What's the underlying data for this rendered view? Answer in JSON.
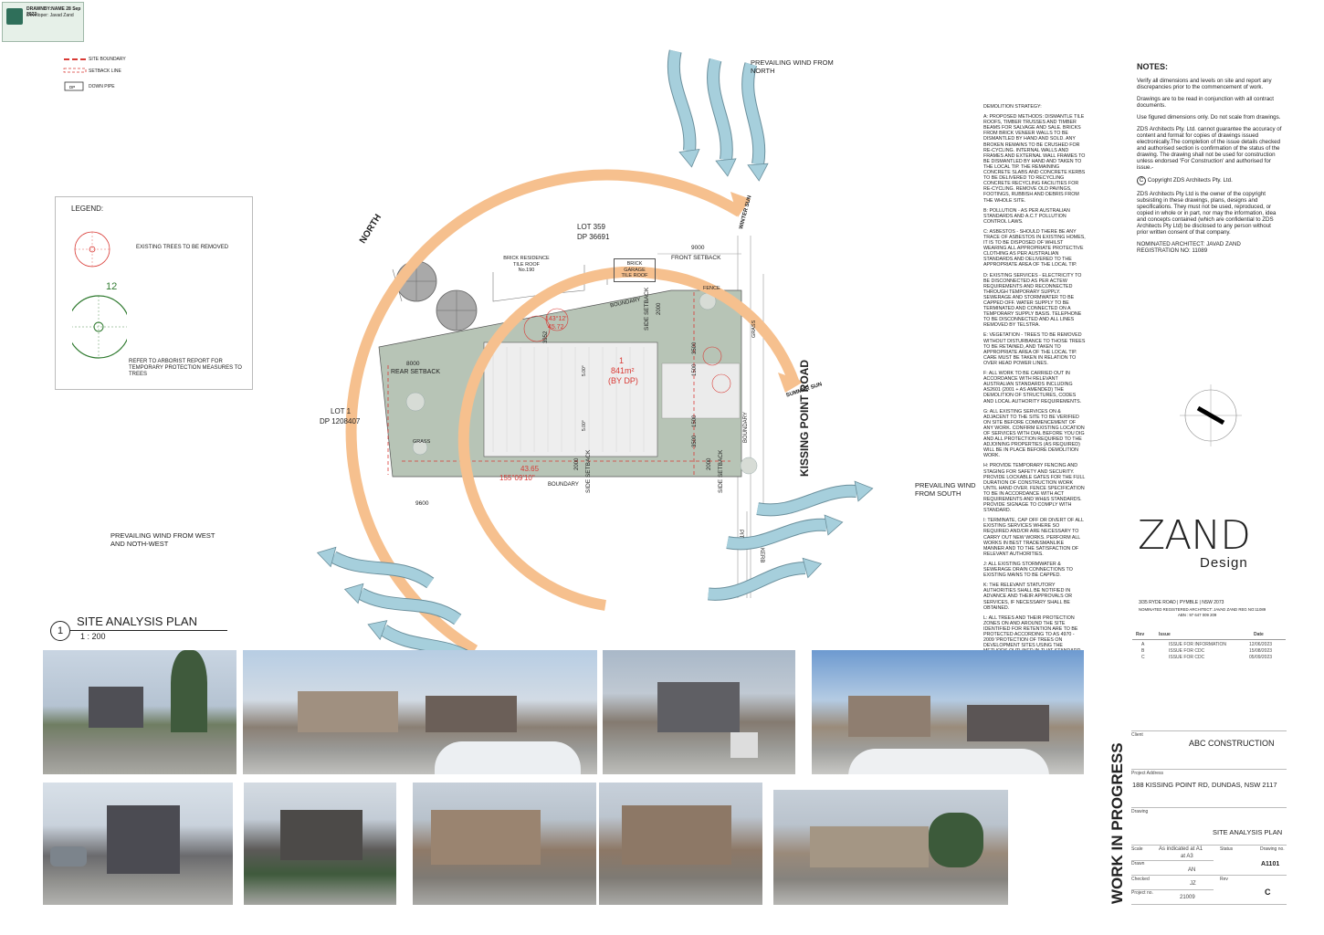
{
  "stamp": {
    "title": "DRAWNBY:NAME  28 Sep 2023",
    "lines": [
      "Developer: Javad Zand"
    ]
  },
  "key": [
    {
      "label": "SITE BOUNDARY"
    },
    {
      "label": "SETBACK LINE"
    },
    {
      "label": "DOWN PIPE",
      "tag": "DP"
    }
  ],
  "legend": {
    "title": "LEGEND:",
    "remove_label": "EXISTING TREES TO BE REMOVED",
    "protect_number": "12",
    "refer_label": "REFER TO ARBORIST REPORT FOR TEMPORARY PROTECTION MEASURES TO TREES"
  },
  "plan": {
    "north": "NORTH",
    "lot359": "LOT 359",
    "dp359": "DP 36691",
    "lot1": "LOT 1",
    "dp1": "DP 1208407",
    "brick_res_1": "BRICK RESIDENCE",
    "brick_res_2": "TILE ROOF",
    "brick_res_3": "No.190",
    "garage_1": "BRICK",
    "garage_2": "GARAGE",
    "garage_3": "TILE ROOF",
    "front_setback": "FRONT SETBACK",
    "rear_setback": "REAR SETBACK",
    "side_setback": "SIDE SETBACK",
    "boundary": "BOUNDARY",
    "fence": "FENCE",
    "grass": "GRASS",
    "road": "KISSING POINT ROAD",
    "winter_sun": "WINTER SUN",
    "summer_sun": "SUMMER SUN",
    "lot_no": "1",
    "area": "841m²",
    "by_dp": "(BY DP)",
    "d9000": "9000",
    "d8000": "8000",
    "d9600": "9600",
    "d2000": "2000",
    "d3500": "3500",
    "d1500": "1500",
    "d3952": "3952",
    "d500": "5.00°",
    "bearing_top_1": "143°12'",
    "bearing_top_2": "45.72",
    "bearing_bottom_1": "43.65",
    "bearing_bottom_2": "155°09'10\"",
    "pit": "PIT",
    "kerb": "KERB"
  },
  "winds": {
    "north_1": "PREVAILING WIND FROM",
    "north_2": "NORTH",
    "south_1": "PREVAILING WIND",
    "south_2": "FROM SOUTH",
    "west_1": "PREVAILING WIND FROM WEST",
    "west_2": "AND NOTH-WEST"
  },
  "drawing_title": {
    "number": "1",
    "title": "SITE ANALYSIS PLAN",
    "scale": "1 : 200"
  },
  "demolition": {
    "heading": "DEMOLITION STRATEGY:",
    "items": [
      "A: PROPOSED METHODS: DISMANTLE TILE ROOFS, TIMBER TRUSSES AND TIMBER BEAMS FOR SALVAGE AND SALE. BRICKS FROM BRICK VENEER WALLS TO BE DISMANTLED BY HAND AND SOLD. ANY BROKEN REMAINS TO BE CRUSHED FOR RE-CYCLING. INTERNAL WALLS AND FRAMES AND EXTERNAL WALL FRAMES TO BE DISMANTLED BY HAND AND TAKEN TO THE LOCAL TIP. THE REMAINING CONCRETE SLABS AND CONCRETE KERBS TO BE DELIVERED TO RECYCLING CONCRETE RECYCLING FACILITIES FOR RE-CYCLING. REMOVE OLD PAVINGS, FOOTINGS, RUBBISH AND DEBRIS FROM THE WHOLE SITE.",
      "B: POLLUTION - AS PER AUSTRALIAN STANDARDS AND A.C.T POLLUTION CONTROL LAWS.",
      "C: ASBESTOS - SHOULD THERE BE ANY TRACE OF ASBESTOS IN EXISTING HOMES, IT IS TO BE DISPOSED OF WHILST WEARING ALL APPROPRIATE PROTECTIVE CLOTHING AS PER AUSTRALIAN STANDARDS AND DELIVERED TO THE APPROPRIATE AREA OF THE LOCAL TIP.",
      "D: EXISTING SERVICES - ELECTRICITY TO BE DISCONNECTED AS PER ACTEW REQUIREMENTS AND RECONNECTED THROUGH TEMPORARY SUPPLY. SEWERAGE AND STORMWATER TO BE CAPPED OFF. WATER SUPPLY TO BE TERMINATED AND CONNECTED ON A TEMPORARY SUPPLY BASIS. TELEPHONE TO BE DISCONNECTED AND ALL LINES REMOVED BY TELSTRA.",
      "E: VEGETATION - TREES TO BE REMOVED WITHOUT DISTURBANCE TO THOSE TREES TO BE RETAINED, AND TAKEN TO APPROPRIATE AREA OF THE LOCAL TIP. CARE MUST BE TAKEN IN RELATION TO OVER HEAD POWER LINES.",
      "F: ALL WORK TO BE CARRIED OUT IN ACCORDANCE WITH RELEVANT AUSTRALIAN STANDARDS INCLUDING AS2601 (2001 + AS AMENDED) THE DEMOLITION OF STRUCTURES, CODES AND LOCAL AUTHORITY REQUIREMENTS.",
      "G: ALL EXISTING SERVICES ON & ADJACENT TO THE SITE TO BE VERIFIED ON SITE BEFORE COMMENCEMENT OF ANY WORK. CONFIRM EXISTING LOCATION OF SERVICES WITH DIAL BEFORE YOU DIG AND ALL PROTECTION REQUIRED TO THE ADJOINING PROPERTIES (AS REQUIRED) WILL BE IN PLACE BEFORE DEMOLITION WORK.",
      "H: PROVIDE TEMPORARY FENCING AND STAGING FOR SAFETY AND SECURITY. PROVIDE LOCKABLE GATES FOR THE FULL DURATION OF CONSTRUCTION WORK UNTIL HAND OVER. FENCE SPECIFICATION TO BE IN ACCORDANCE WITH ACT REQUIREMENTS AND WH&S STANDARDS. PROVIDE SIGNAGE TO COMPLY WITH STANDARD.",
      "I: TERMINATE, CAP OFF OR DIVERT OF ALL EXISTING SERVICES WHERE SO REQUIRED AND/OR ARE NECESSARY TO CARRY OUT NEW WORKS. PERFORM ALL WORKS IN BEST TRADESMANLIKE MANNER AND TO THE SATISFACTION OF RELEVANT AUTHORITIES.",
      "J: ALL EXISTING STORMWATER & SEWERAGE DRAIN CONNECTIONS TO EXISTING MAINS TO BE CAPPED.",
      "K: THE RELEVANT STATUTORY AUTHORITIES SHALL BE NOTIFIED IN ADVANCE AND THEIR APPROVALS OR SERVICES, IF NECESSARY SHALL BE OBTAINED.",
      "L: ALL TREES AND THEIR PROTECTION ZONES ON AND AROUND THE SITE IDENTIFIED FOR RETENTION ARE TO BE PROTECTED ACCORDING TO AS 4970 - 2009 'PROTECTION OF TREES ON DEVELOPMENT SITES USING THE METHODS OUTLINED IN THAT STANDARD."
    ]
  },
  "notes": {
    "heading": "NOTES:",
    "paras": [
      "Verify all dimensions and levels on site and report any discrepancies prior to the commencement of work.",
      "Drawings are to be read in conjunction with all contract documents.",
      "Use figured dimensions only. Do not scale from drawings.",
      "ZDS Architects Pty. Ltd. cannot guarantee the accuracy of content and format for copies of drawings issued electronically.The completion of the issue details checked and authorised section is confirmation of the status of the drawing. The drawing shall not be used for construction unless endorsed 'For Construction' and authorised for issue.-"
    ],
    "copyright": "Copyright ZDS Architects Pty. Ltd.",
    "ip": "ZDS Architects Pty Ltd is the owner of the copyright subsisting in these drawings, plans, designs and specifications. They must not be used, reproduced, or copied in whole or in part, nor may the information, idea and concepts contained (which are confidential to ZDS Architects Pty Ltd) be disclosed to any person without prior written consent of that company.",
    "architect": "NOMINATED ARCHITECT: JAVAD ZAND",
    "registration": "REGISTRATION NO: 11089"
  },
  "brand": {
    "logo_main": "ZAND",
    "logo_sub": "Design",
    "address": "3/35 RYDE ROAD  |  PYMBLE  |  NSW 2073",
    "reg_line": "NOMINATED REGISTERED ARCHITECT: JAVAD ZAND  REG NO:11089",
    "abn": "ABN : 97 647 009 209"
  },
  "revisions": {
    "headers": {
      "rev": "Rev",
      "issue": "Issue",
      "date": "Date"
    },
    "rows": [
      {
        "rev": "A",
        "issue": "ISSUE FOR INFORMATION",
        "date": "12/06/2023"
      },
      {
        "rev": "B",
        "issue": "ISSUE FOR CDC",
        "date": "15/08/2023"
      },
      {
        "rev": "C",
        "issue": "ISSUE FOR CDC",
        "date": "05/09/2023"
      }
    ]
  },
  "title_block": {
    "wip": "WORK IN PROGRESS",
    "client_label": "Client",
    "client": "ABC CONSTRUCTION",
    "address_label": "Project Address",
    "address": "188 KISSING POINT RD, DUNDAS, NSW 2117",
    "drawing_label": "Drawing",
    "drawing": "SITE ANALYSIS PLAN",
    "scale_label": "Scale",
    "scale_1": "As indicated at  A1",
    "scale_2": "at  A3",
    "status_label": "Status",
    "drawing_no_label": "Drawing no.",
    "drawing_no": "A1101",
    "drawn_label": "Drawn",
    "drawn": "AN",
    "checked_label": "Checked",
    "checked": "JZ",
    "rev_label": "Rev",
    "rev": "C",
    "project_no_label": "Project no.",
    "project_no": "21009"
  },
  "colors": {
    "arc": "#f6c08e",
    "arrow": "#a6cfdc",
    "arrow_edge": "#6a8f9c",
    "site": "#b7c4b6",
    "red": "#d93a35",
    "green": "#2f7a2f"
  }
}
